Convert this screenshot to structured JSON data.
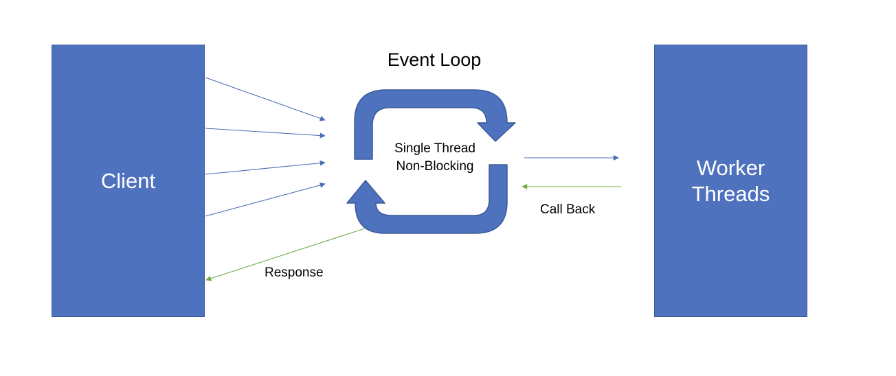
{
  "diagram": {
    "nodes": {
      "client": {
        "label": "Client"
      },
      "workers": {
        "label_line1": "Worker",
        "label_line2": "Threads"
      }
    },
    "event_loop": {
      "title": "Event Loop",
      "caption_line1": "Single Thread",
      "caption_line2": "Non-Blocking"
    },
    "edges": {
      "requests": {
        "from": "Client",
        "to": "Event Loop",
        "count": 4
      },
      "dispatch": {
        "from": "Event Loop",
        "to": "Worker Threads"
      },
      "callback": {
        "from": "Worker Threads",
        "to": "Event Loop",
        "label": "Call Back"
      },
      "response": {
        "from": "Event Loop",
        "to": "Client",
        "label": "Response"
      }
    },
    "colors": {
      "box_fill": "#4f72be",
      "box_border": "#3b5a99",
      "request_arrow": "#4a6cb5",
      "return_arrow": "#70ad47",
      "box_text": "#ffffff",
      "label_text": "#000000"
    }
  }
}
